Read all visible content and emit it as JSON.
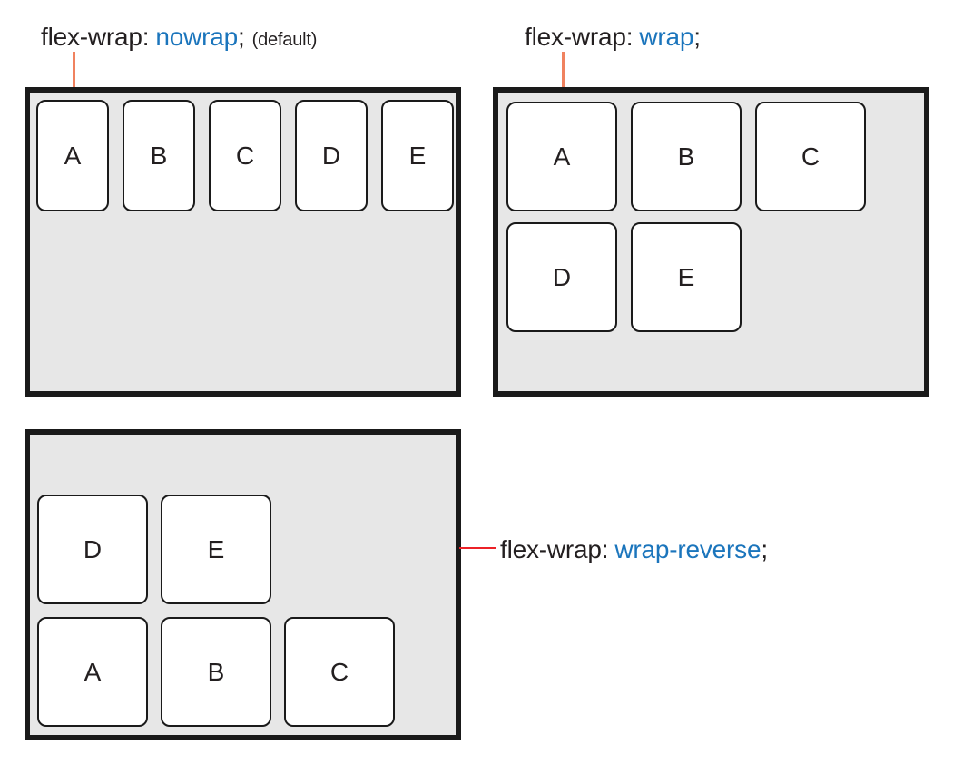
{
  "colors": {
    "value_blue": "#1b75bc",
    "connector_salmon": "#f0825f",
    "connector_red": "#ec2127",
    "container_fill": "#e7e7e7",
    "outline_black": "#1a1a1a",
    "text_black": "#231f20",
    "item_fill": "#ffffff"
  },
  "panels": [
    {
      "property": "flex-wrap:",
      "value": "nowrap",
      "suffix": ";",
      "note": "(default)",
      "items": [
        "A",
        "B",
        "C",
        "D",
        "E"
      ]
    },
    {
      "property": "flex-wrap:",
      "value": "wrap",
      "suffix": ";",
      "items": [
        "A",
        "B",
        "C",
        "D",
        "E"
      ]
    },
    {
      "property": "flex-wrap:",
      "value": "wrap-reverse",
      "suffix": ";",
      "items": [
        "A",
        "B",
        "C",
        "D",
        "E"
      ]
    }
  ]
}
